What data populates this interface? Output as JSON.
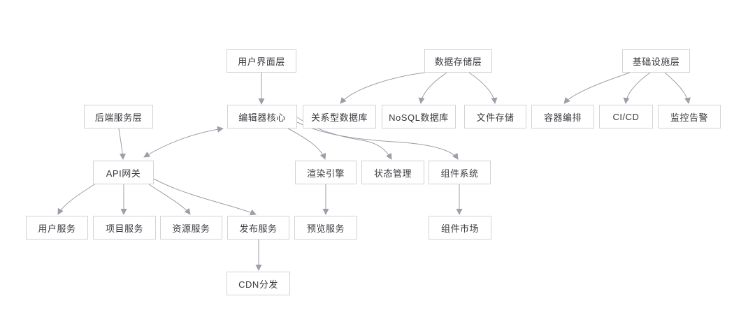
{
  "diagram": {
    "type": "flowchart",
    "colors": {
      "bg_color": "#ffffff",
      "node_fill": "#ffffff",
      "node_border": "#d2d2d8",
      "node_text": "#3b3b41",
      "edge_color": "#9aa0a8"
    },
    "nodes": {
      "ui_layer": {
        "label": "用户界面层"
      },
      "data_layer": {
        "label": "数据存储层"
      },
      "infra_layer": {
        "label": "基础设施层"
      },
      "backend_layer": {
        "label": "后端服务层"
      },
      "editor_core": {
        "label": "编辑器核心"
      },
      "rdbms": {
        "label": "关系型数据库"
      },
      "nosql": {
        "label": "NoSQL数据库"
      },
      "file_storage": {
        "label": "文件存储"
      },
      "container_orch": {
        "label": "容器编排"
      },
      "cicd": {
        "label": "CI/CD"
      },
      "monitoring": {
        "label": "监控告警"
      },
      "api_gateway": {
        "label": "API网关"
      },
      "render_engine": {
        "label": "渲染引擎"
      },
      "state_mgmt": {
        "label": "状态管理"
      },
      "component_system": {
        "label": "组件系统"
      },
      "user_service": {
        "label": "用户服务"
      },
      "project_service": {
        "label": "项目服务"
      },
      "resource_service": {
        "label": "资源服务"
      },
      "publish_service": {
        "label": "发布服务"
      },
      "preview_service": {
        "label": "预览服务"
      },
      "component_market": {
        "label": "组件市场"
      },
      "cdn": {
        "label": "CDN分发"
      }
    },
    "edges": [
      {
        "from": "ui_layer",
        "to": "editor_core",
        "bidirectional": false
      },
      {
        "from": "data_layer",
        "to": "rdbms",
        "bidirectional": false
      },
      {
        "from": "data_layer",
        "to": "nosql",
        "bidirectional": false
      },
      {
        "from": "data_layer",
        "to": "file_storage",
        "bidirectional": false
      },
      {
        "from": "infra_layer",
        "to": "container_orch",
        "bidirectional": false
      },
      {
        "from": "infra_layer",
        "to": "cicd",
        "bidirectional": false
      },
      {
        "from": "infra_layer",
        "to": "monitoring",
        "bidirectional": false
      },
      {
        "from": "backend_layer",
        "to": "api_gateway",
        "bidirectional": false
      },
      {
        "from": "api_gateway",
        "to": "editor_core",
        "bidirectional": true
      },
      {
        "from": "editor_core",
        "to": "render_engine",
        "bidirectional": false
      },
      {
        "from": "editor_core",
        "to": "state_mgmt",
        "bidirectional": false
      },
      {
        "from": "editor_core",
        "to": "component_system",
        "bidirectional": false
      },
      {
        "from": "api_gateway",
        "to": "user_service",
        "bidirectional": false
      },
      {
        "from": "api_gateway",
        "to": "project_service",
        "bidirectional": false
      },
      {
        "from": "api_gateway",
        "to": "resource_service",
        "bidirectional": false
      },
      {
        "from": "api_gateway",
        "to": "publish_service",
        "bidirectional": false
      },
      {
        "from": "render_engine",
        "to": "preview_service",
        "bidirectional": false
      },
      {
        "from": "component_system",
        "to": "component_market",
        "bidirectional": false
      },
      {
        "from": "publish_service",
        "to": "cdn",
        "bidirectional": false
      }
    ]
  }
}
